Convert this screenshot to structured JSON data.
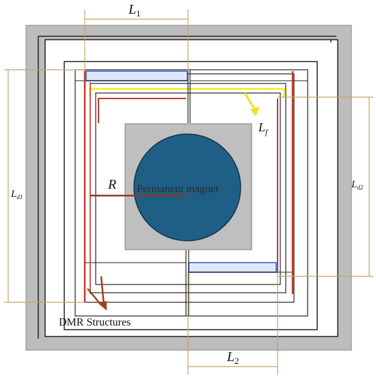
{
  "labels": {
    "l1": "L",
    "l1_sub": "1",
    "l2": "L",
    "l2_sub": "2",
    "lf": "L",
    "lf_sub": "f",
    "ld1": "L",
    "ld1_sub": "d1",
    "ld2": "L",
    "ld2_sub": "d2",
    "r": "R",
    "magnet": "Permanent magnet",
    "dmr": "DMR Structures"
  },
  "colors": {
    "frame_gray": "#bdbdbd",
    "inner_gray": "#bfbfbf",
    "magnet_blue": "#1f5f86",
    "dimension_line": "#c8a26a",
    "dmr_red": "#c0392b",
    "radius_line": "#8b3a1a",
    "blue_strip": "#5b7fd6",
    "yellow_strip": "#f2ec3a",
    "arrow_yellow": "#f0e020",
    "dmr_arrow": "#a0401a"
  }
}
